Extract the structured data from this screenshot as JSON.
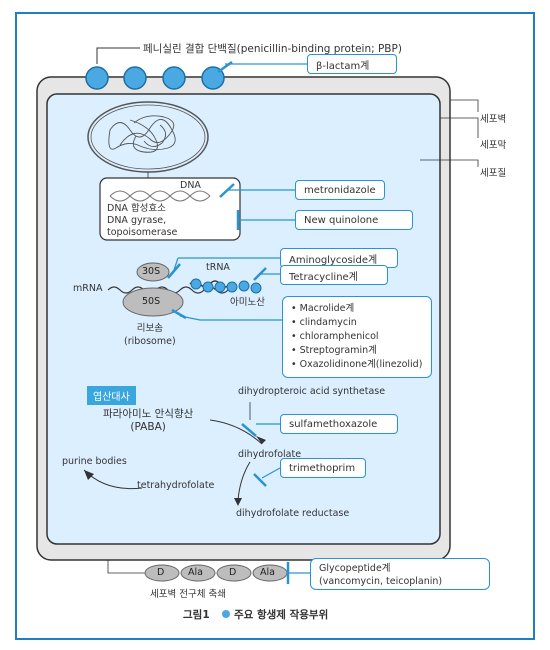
{
  "header": {
    "pbp_label": "페니실린 결합 단백질(penicillin-binding protein; PBP)"
  },
  "layers": {
    "cell_wall": "세포벽",
    "cell_membrane": "세포막",
    "cytoplasm": "세포질"
  },
  "dna": {
    "title": "DNA",
    "enzymes": "DNA 합성효소\nDNA gyrase,\ntopoisomerase"
  },
  "ribosome": {
    "mrna": "mRNA",
    "trna": "tRNA",
    "s30": "30S",
    "s50": "50S",
    "amino": "아미노산",
    "label": "리보솜\n(ribosome)"
  },
  "drugs": {
    "beta_lactam": "β-lactam계",
    "metronidazole": "metronidazole",
    "quinolone": "New quinolone",
    "aminoglycoside": "Aminoglycoside계",
    "tetracycline": "Tetracycline계",
    "list_50s": [
      "Macrolide계",
      "clindamycin",
      "chloramphenicol",
      "Streptogramin계",
      "Oxazolidinone계(linezolid)"
    ],
    "sulfamethoxazole": "sulfamethoxazole",
    "trimethoprim": "trimethoprim",
    "glycopeptide": "Glycopeptide계\n(vancomycin, teicoplanin)"
  },
  "folate": {
    "section": "엽산대사",
    "paba": "파라아미노 안식향산\n(PABA)",
    "enzyme1": "dihydropteroic acid synthetase",
    "dhf": "dihydrofolate",
    "thf": "tetrahydrofolate",
    "purine": "purine bodies",
    "enzyme2": "dihydrofolate reductase"
  },
  "wall_chain": {
    "units": [
      "D",
      "Ala",
      "D",
      "Ala"
    ],
    "label": "세포벽 전구체 축쇄"
  },
  "caption": {
    "prefix": "그림1",
    "text": "주요 항생제 작용부위"
  },
  "colors": {
    "accent": "#2a93d1",
    "cell_fill": "#dcefff",
    "wall_fill": "#e6e6e6",
    "node": "#4aa9e3"
  }
}
